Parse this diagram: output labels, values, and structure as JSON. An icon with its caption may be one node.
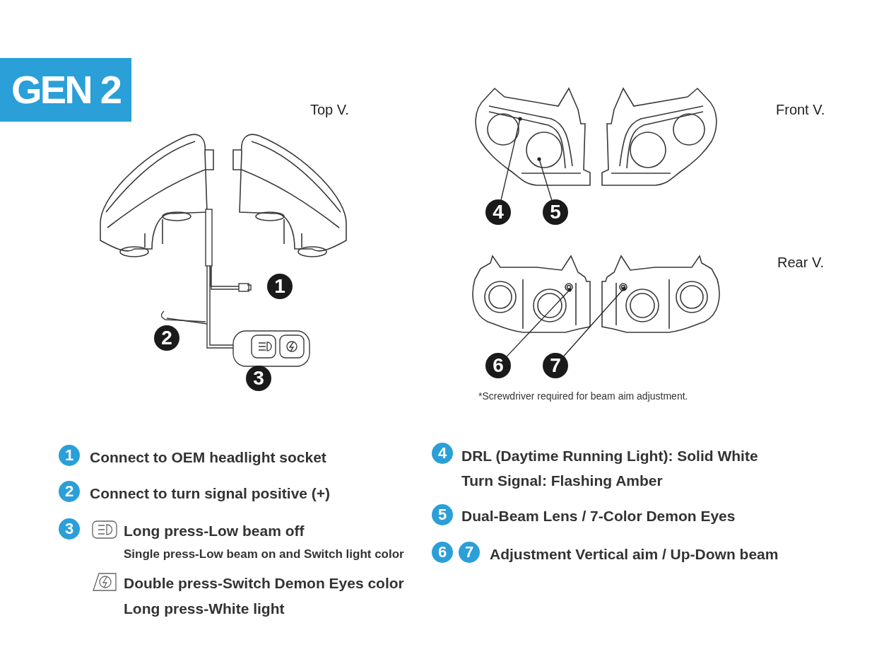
{
  "diagram": {
    "title": "GEN 2",
    "nodes": [
      {
        "text": [
          "1"
        ]
      },
      {
        "text": [
          "2"
        ]
      },
      {
        "text": [
          "3"
        ]
      },
      {
        "text": [
          "4"
        ]
      },
      {
        "text": [
          "5"
        ]
      },
      {
        "text": [
          "6"
        ]
      },
      {
        "text": [
          "7"
        ]
      },
      {
        "text": [
          "1"
        ],
        "beside": [
          "Connect to OEM headlight socket"
        ]
      },
      {
        "text": [
          "2"
        ],
        "beside": [
          "Connect to turn signal positive (+)"
        ]
      },
      {
        "text": [
          "3"
        ],
        "beside": [
          "Long press-Low beam off",
          "Single press-Low beam on and Switch light color",
          "Double press-Switch Demon Eyes color",
          "Long press-White light"
        ]
      },
      {
        "text": [
          "4"
        ],
        "beside": [
          "DRL (Daytime Running Light): Solid White",
          "Turn Signal: Flashing Amber"
        ]
      },
      {
        "text": [
          "5"
        ],
        "beside": [
          "Dual-Beam Lens / 7-Color Demon Eyes"
        ]
      },
      {
        "text": [
          "6"
        ]
      },
      {
        "text": [
          "7"
        ],
        "beside": [
          "Adjustment Vertical aim / Up-Down beam"
        ]
      }
    ],
    "edges": [
      {
        "from": 3,
        "to": null,
        "arrow": "other"
      },
      {
        "from": 4,
        "to": null,
        "arrow": "other"
      },
      {
        "from": 5,
        "to": null,
        "arrow": "other"
      },
      {
        "from": 6,
        "to": null,
        "arrow": "other"
      }
    ],
    "labels": [
      "Top V.",
      "Front V.",
      "Rear V.",
      "*Screwdriver required for beam aim adjustment."
    ]
  }
}
